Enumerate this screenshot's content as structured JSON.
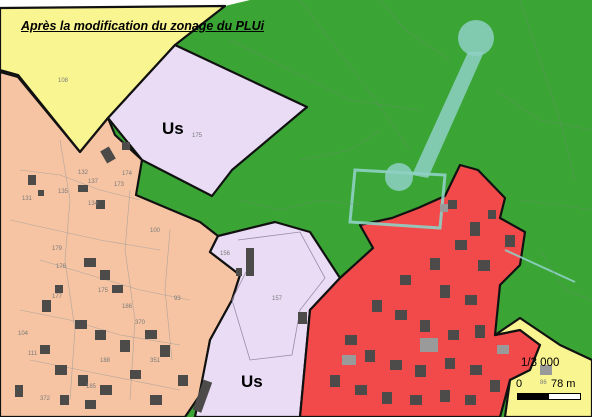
{
  "map": {
    "title": "Après la modification du zonage du PLUi",
    "zone_labels": [
      {
        "code": "Us"
      },
      {
        "code": "Us"
      }
    ],
    "parcel_numbers": [
      "108",
      "175",
      "132",
      "137",
      "174",
      "173",
      "131",
      "135",
      "134",
      "100",
      "156",
      "157",
      "179",
      "93",
      "176",
      "177",
      "175",
      "186",
      "370",
      "351",
      "104",
      "111",
      "188",
      "372",
      "185",
      "86"
    ],
    "scale": {
      "ratio": "1/3 000",
      "start": "0",
      "end": "78 m"
    },
    "zone_colors": {
      "agricultural_green": "#3aa535",
      "urban_red": "#f24a4a",
      "equipment_lilac": "#e9dcf4",
      "residential_peach": "#f6c4a2",
      "yellow_zone": "#f9f591",
      "light_blue_footprint": "#8fd0c4"
    }
  }
}
